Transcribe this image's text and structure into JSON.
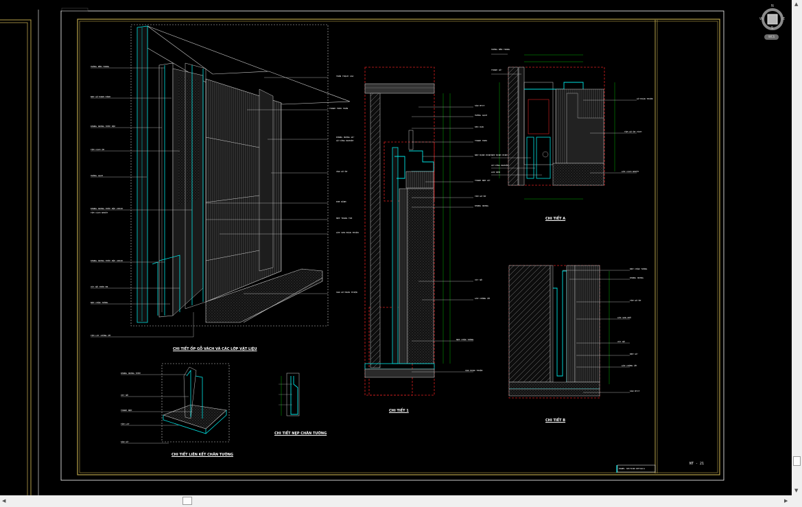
{
  "viewcube": {
    "n": "N",
    "s": "S",
    "e": "E",
    "w": "W",
    "wcs": "WCS"
  },
  "sheet": {
    "number": "NT - 21",
    "title_block": "PANEL SECTION DETAILS"
  },
  "views": {
    "axo_title": "CHI TIẾT ỐP GỖ VÁCH VÀ CÁC LỚP VẬT LIỆU",
    "small_axo_title": "CHI TIẾT LIÊN KẾT CHÂN TƯỜNG",
    "small_sec_title": "CHI TIẾT NẸP CHÂN TƯỜNG",
    "sec1_title": "CHI TIẾT 1",
    "secA_title": "CHI TIẾT A",
    "secB_title": "CHI TIẾT B"
  },
  "labels": {
    "axo_left": [
      "TƯỜNG BÊN TRONG",
      "NẸP GỖ ĐỊNH HÌNH",
      "KHUNG XƯƠNG THÉP HỘP",
      "TẤM CÁCH ÂM",
      "TƯỜNG GẠCH",
      "KHUNG XƯƠNG THÉP HỘP 20X20",
      "TẤM CÁCH NHIỆT",
      "KHUNG XƯƠNG THÉP HỘP 40X20",
      "VÍT NỞ THÉP M8",
      "NẸP CHÂN TƯỜNG",
      "TẤM LÓT CHỐNG ẨM"
    ],
    "axo_right": [
      "TRẦN THẠCH CAO",
      "THANH TREO TRẦN",
      "KHUNG XƯƠNG GỖ",
      "GỖ CÔNG NGHIỆP",
      "VÁN GỖ ỐP",
      "KHE RÃNH",
      "NẸP TRANG TRÍ",
      "LỚP SƠN HOÀN THIỆN",
      "SÀN GỖ HOÀN THIỆN"
    ],
    "sec1": [
      "SÀN BTCT",
      "TƯỜNG GẠCH",
      "KEO DÁN",
      "THANH TREO",
      "NẸP ĐỊNH HÌNH",
      "THANH NẸP GỖ",
      "TẤM GỖ ỐP",
      "KHUNG XƯƠNG",
      "VÍT NỞ",
      "LỚP CHỐNG ẨM",
      "NẸP CHÂN TƯỜNG",
      "SÀN HOÀN THIỆN"
    ],
    "secA_left": [
      "TƯỜNG BÊN TRONG",
      "THANH GỖ",
      "NẸP ĐỊNH HÌNH",
      "GỖ CÔNG NGHIỆP",
      "LỚP ĐỆM"
    ],
    "secA_right": [
      "GỖ HOÀN THIỆN",
      "TẤM GỖ ỐP VÁCH",
      "LỚP CÁCH NHIỆT"
    ],
    "secB_right": [
      "NẸP CHÂN TƯỜNG",
      "KHUNG XƯƠNG",
      "TẤM GỖ ỐP",
      "LỚP SƠN PHỦ",
      "VÍT NỞ",
      "NẸP GỖ",
      "LỚP CHỐNG ẨM",
      "SÀN BTCT"
    ],
    "small_axo": [
      "KHUNG XƯƠNG THÉP",
      "VÍT NỞ",
      "THANH NẸP",
      "TẤM LÓT",
      "SÀN GỖ"
    ]
  },
  "colors": {
    "bg": "#000000",
    "frame": "#ffffff",
    "border": "#b8a24a",
    "cyan": "#00e5e5",
    "red": "#e02020",
    "green": "#00e000",
    "hatch": "#9a9a9a"
  }
}
